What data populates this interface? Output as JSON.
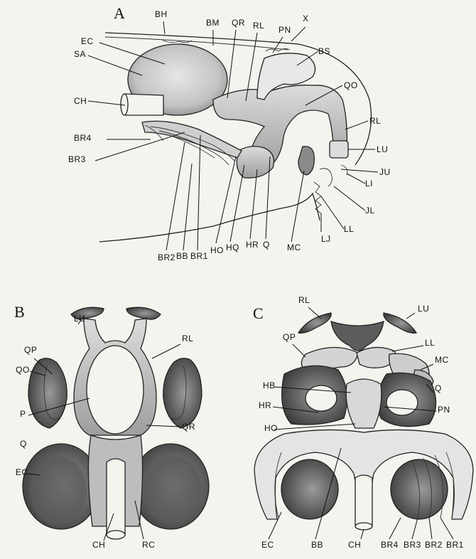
{
  "figure": {
    "panel_a": {
      "letter": "A",
      "labels": [
        "BH",
        "BM",
        "QR",
        "RL",
        "PN",
        "X",
        "EC",
        "BS",
        "SA",
        "QO",
        "CH",
        "RL",
        "BR4",
        "LU",
        "BR3",
        "JU",
        "LI",
        "JL",
        "LL",
        "LJ",
        "BR2",
        "BB",
        "BR1",
        "HO",
        "HQ",
        "HR",
        "Q",
        "MC"
      ]
    },
    "panel_b": {
      "letter": "B",
      "labels": [
        "LU",
        "RL",
        "QP",
        "QO",
        "P",
        "QR",
        "Q",
        "EC",
        "CH",
        "RC"
      ]
    },
    "panel_c": {
      "letter": "C",
      "labels": [
        "RL",
        "LU",
        "QP",
        "LL",
        "MC",
        "HB",
        "Q",
        "HR",
        "PN",
        "HO",
        "EC",
        "BB",
        "CH",
        "BR4",
        "BR3",
        "BR2",
        "BR1"
      ]
    }
  },
  "colors": {
    "ink": "#111111",
    "cartilage": "#d2d2d2",
    "shade": "#9a9a9a",
    "paper": "#f4f3ee"
  }
}
